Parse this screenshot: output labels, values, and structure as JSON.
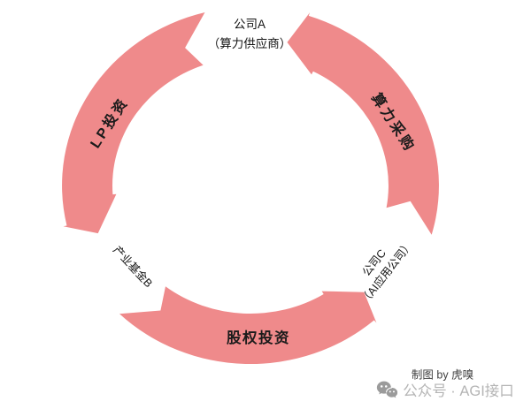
{
  "colors": {
    "background": "#FFFFFF",
    "arc_fill": "#EF8A8B",
    "arc_text": "#1B1B1B",
    "node_text": "#141414",
    "credit_text": "#3E3E3E",
    "account_text": "#B5B5B5",
    "icon_gray": "#9B9B9B"
  },
  "diagram": {
    "nodes": {
      "company_a": {
        "line1": "公司A",
        "line2": "（算力供应商）"
      },
      "fund_b": {
        "label": "产业基金B"
      },
      "company_c": {
        "line1": "公司C",
        "line2": "（AI应用公司）"
      }
    },
    "edges": [
      {
        "id": "compute-procurement",
        "label": "算力采购",
        "from": "公司C",
        "to": "公司A"
      },
      {
        "id": "lp-investment",
        "label": "LP投资",
        "from": "公司A",
        "to": "产业基金B"
      },
      {
        "id": "equity-investment",
        "label": "股权投资",
        "from": "产业基金B",
        "to": "公司C"
      }
    ]
  },
  "footer": {
    "credit": "制图 by 虎嗅",
    "account": "公众号 · AGI接口",
    "icon": "wechat-icon"
  }
}
